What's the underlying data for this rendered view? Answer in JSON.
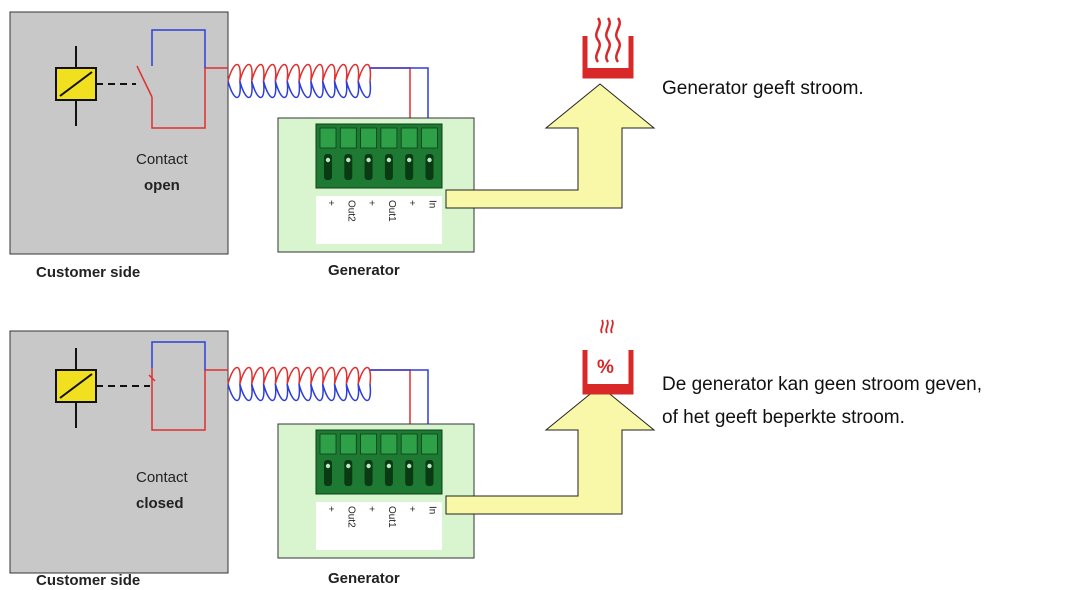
{
  "panels": [
    {
      "customer_label": "Customer side",
      "contact_line1": "Contact",
      "contact_line2": "open",
      "generator_label": "Generator",
      "terminals": [
        "+",
        "Out2",
        "+",
        "Out1",
        "+",
        "In"
      ],
      "description": [
        "Generator geeft stroom."
      ],
      "heat_icon": "full-heat-icon"
    },
    {
      "customer_label": "Customer side",
      "contact_line1": "Contact",
      "contact_line2": "closed",
      "generator_label": "Generator",
      "terminals": [
        "+",
        "Out2",
        "+",
        "Out1",
        "+",
        "In"
      ],
      "description": [
        "De generator kan geen stroom geven,",
        "of het geeft beperkte stroom."
      ],
      "heat_icon": "limited-heat-icon",
      "heat_symbol": "%"
    }
  ],
  "colors": {
    "box_gray": "#c8c8c8",
    "generator_bg": "#d8f5d0",
    "wire_red": "#e03030",
    "wire_blue": "#2e3fd8",
    "arrow_fill": "#f8f8a8",
    "relay_yellow": "#f0e020",
    "heat_red": "#d82828"
  }
}
